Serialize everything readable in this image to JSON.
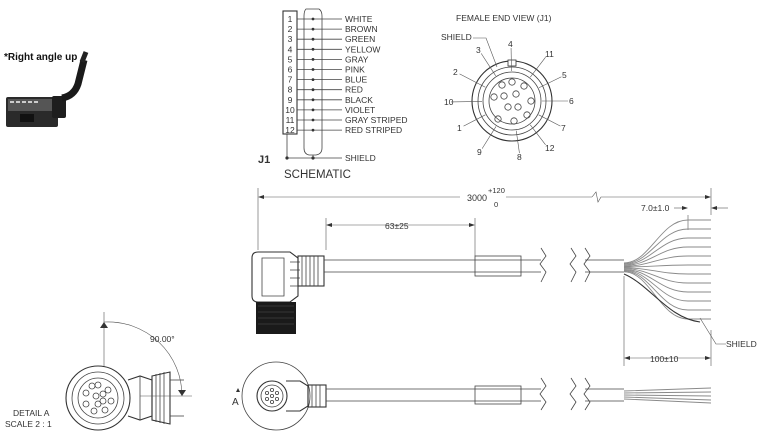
{
  "photo": {
    "label": "*Right angle up"
  },
  "schematic": {
    "pins": [
      "1",
      "2",
      "3",
      "4",
      "5",
      "6",
      "7",
      "8",
      "9",
      "10",
      "11",
      "12"
    ],
    "wires": [
      "WHITE",
      "BROWN",
      "GREEN",
      "YELLOW",
      "GRAY",
      "PINK",
      "BLUE",
      "RED",
      "BLACK",
      "VIOLET",
      "GRAY STRIPED",
      "RED STRIPED"
    ],
    "shield_label": "SHIELD",
    "connector_label": "J1",
    "title": "SCHEMATIC"
  },
  "end_view": {
    "title": "FEMALE END VIEW (J1)",
    "shield_label": "SHIELD",
    "pin_labels": [
      "1",
      "2",
      "3",
      "4",
      "5",
      "6",
      "7",
      "8",
      "9",
      "10",
      "11",
      "12"
    ]
  },
  "side_view": {
    "length_main": "3000",
    "length_tol_upper": "+120",
    "length_tol_lower": "0",
    "overmold_length": "63±25",
    "strip_length": "7.0±1.0",
    "jacket_strip": "100±10",
    "shield_label": "SHIELD"
  },
  "detail": {
    "angle": "90.00°",
    "title": "DETAIL A",
    "scale": "SCALE 2 : 1",
    "marker": "A"
  },
  "colors": {
    "line": "#333333",
    "wire": "#8a8a8a",
    "overmold": "#1a1a1a"
  }
}
